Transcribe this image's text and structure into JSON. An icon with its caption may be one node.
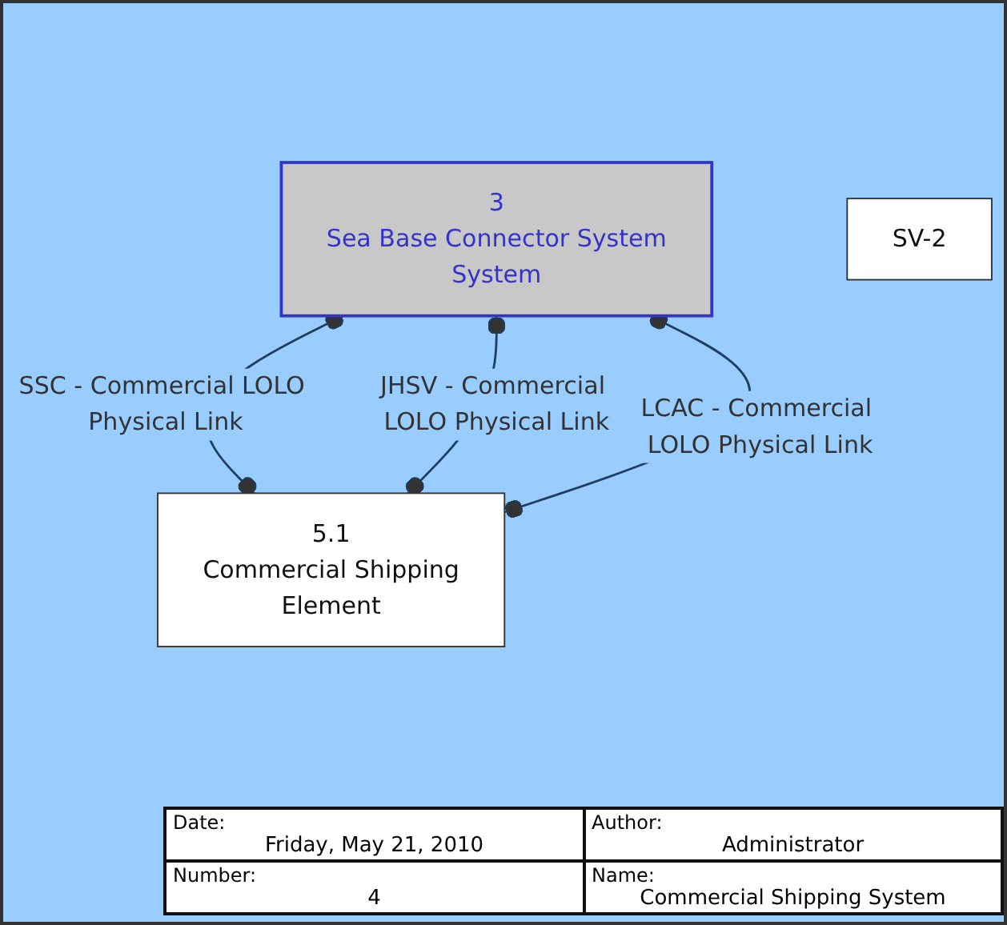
{
  "diagram": {
    "nodes": [
      {
        "text": [
          "3",
          "Sea Base Connector System",
          "System"
        ]
      },
      {
        "text": [
          "SV-2"
        ]
      },
      {
        "text": [
          "5.1",
          "Commercial Shipping",
          "Element"
        ]
      }
    ],
    "edges": [
      {
        "from": 0,
        "to": 2,
        "arrow": "other",
        "label": "SSC - Commercial LOLO Physical Link"
      },
      {
        "from": 0,
        "to": 2,
        "arrow": "other",
        "label": "JHSV - Commercial LOLO Physical Link"
      },
      {
        "from": 0,
        "to": 2,
        "arrow": "other",
        "label": "LCAC - Commercial LOLO Physical Link"
      }
    ],
    "labels": [
      "Date:",
      "Friday, May 21, 2010",
      "Author:",
      "Administrator",
      "Number:",
      "4",
      "Name:",
      "Commercial Shipping System"
    ]
  }
}
